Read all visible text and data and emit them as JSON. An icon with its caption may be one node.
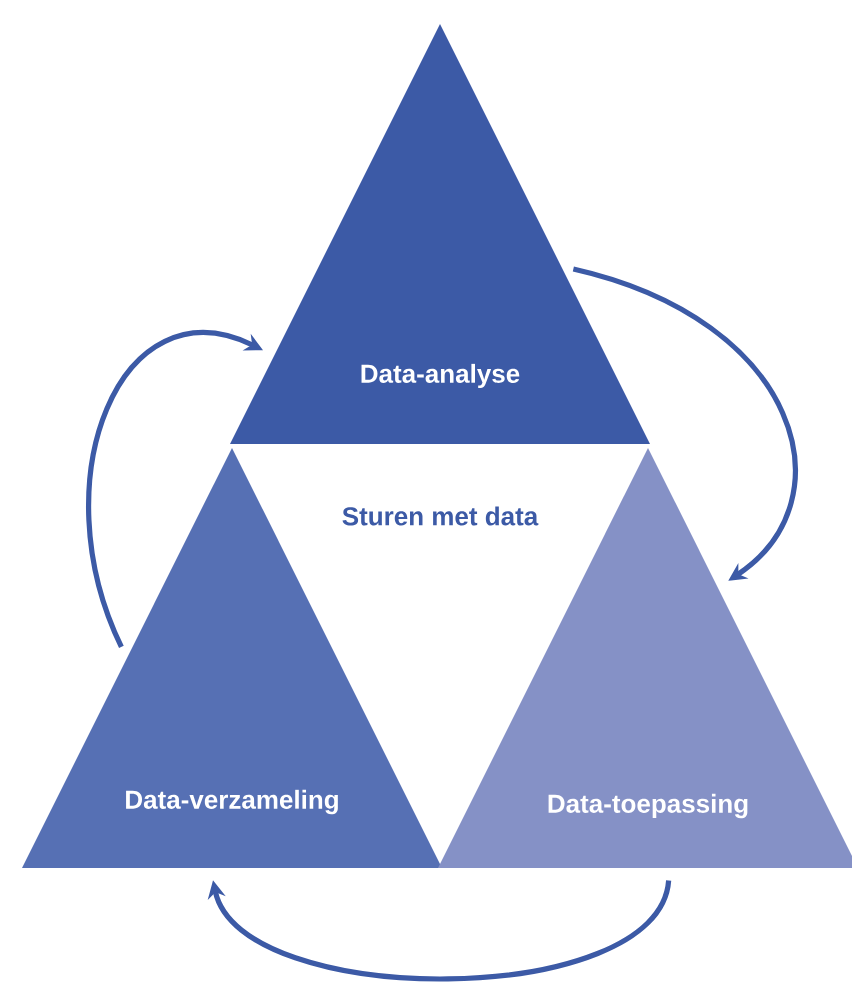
{
  "diagram": {
    "nodes": [
      {
        "text": [
          "Data-analyse"
        ]
      },
      {
        "text": [
          "Data-verzameling"
        ]
      },
      {
        "text": [
          "Data-toepassing"
        ]
      }
    ],
    "edges": [
      {
        "from": 1,
        "to": 0,
        "arrow": "to"
      },
      {
        "from": 0,
        "to": 2,
        "arrow": "to"
      },
      {
        "from": 2,
        "to": 1,
        "arrow": "to"
      }
    ],
    "labels": [
      "Sturen met data"
    ]
  }
}
